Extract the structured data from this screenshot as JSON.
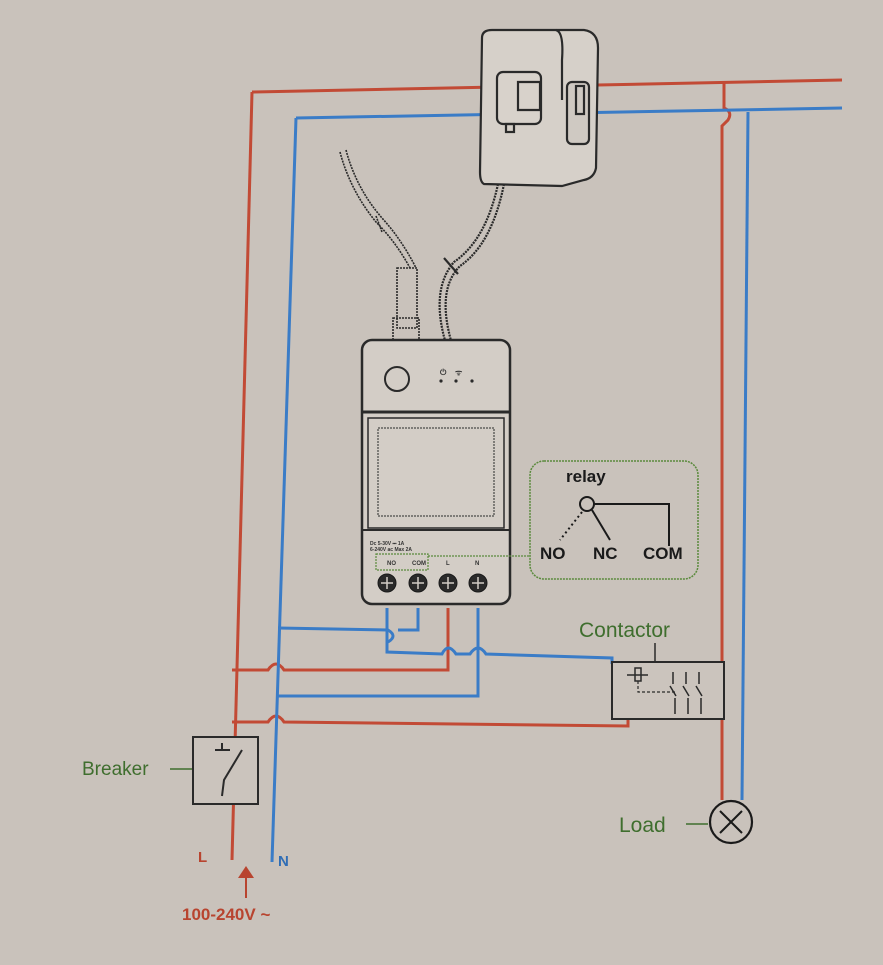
{
  "diagram": {
    "title": "Smart meter relay wiring with contactor",
    "colors": {
      "background": "#c9c2bb",
      "live_wire": "#c24a35",
      "neutral_wire": "#3a7cc7",
      "label_green": "#3f6e2e",
      "outline": "#2a2a2a",
      "relay_box_border": "#5a8a3c"
    },
    "relay_callout": {
      "title": "relay",
      "terminals": [
        "NO",
        "NC",
        "COM"
      ]
    },
    "device": {
      "terminal_labels": [
        "NO",
        "COM",
        "L",
        "N"
      ],
      "indicator_icons": [
        "power-icon",
        "wifi-icon"
      ]
    },
    "labels": {
      "contactor": "Contactor",
      "breaker": "Breaker",
      "load": "Load",
      "live": "L",
      "neutral": "N",
      "supply_voltage": "100-240V ~"
    },
    "components": [
      "current-clamp-sensor",
      "smart-meter-device",
      "relay",
      "contactor",
      "breaker",
      "load"
    ]
  }
}
